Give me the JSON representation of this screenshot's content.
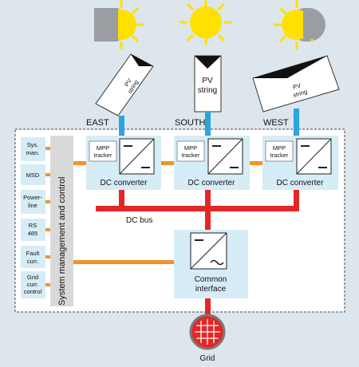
{
  "strings": {
    "east": {
      "direction": "EAST",
      "module_line1": "PV",
      "module_line2": "string"
    },
    "south": {
      "direction": "SOUTH",
      "module_line1": "PV",
      "module_line2": "string"
    },
    "west": {
      "direction": "WEST",
      "module_line1": "PV",
      "module_line2": "string"
    }
  },
  "converters": [
    {
      "tracker_line1": "MPP",
      "tracker_line2": "tracker",
      "label": "DC converter"
    },
    {
      "tracker_line1": "MPP",
      "tracker_line2": "tracker",
      "label": "DC converter"
    },
    {
      "tracker_line1": "MPP",
      "tracker_line2": "tracker",
      "label": "DC converter"
    }
  ],
  "dc_bus_label": "DC bus",
  "interface": {
    "line1": "Common",
    "line2": "interface"
  },
  "grid_label": "Grid",
  "system_panel": {
    "title": "System management and control",
    "items": [
      {
        "line1": "Sys.",
        "line2": "man."
      },
      {
        "line1": "MSD",
        "line2": ""
      },
      {
        "line1": "Power-",
        "line2": "line"
      },
      {
        "line1": "RS",
        "line2": "485"
      },
      {
        "line1": "Fault",
        "line2": "curr."
      },
      {
        "line1": "Grid",
        "line2": "curr.",
        "line3": "control"
      }
    ]
  },
  "colors": {
    "sky": "#dce6ec",
    "sun": "#ffe000",
    "box_fill": "#d6ecf7",
    "dc_wire": "#2aa5e0",
    "bus": "#e32626",
    "control_link": "#f0932b",
    "grid": "#e32626"
  }
}
